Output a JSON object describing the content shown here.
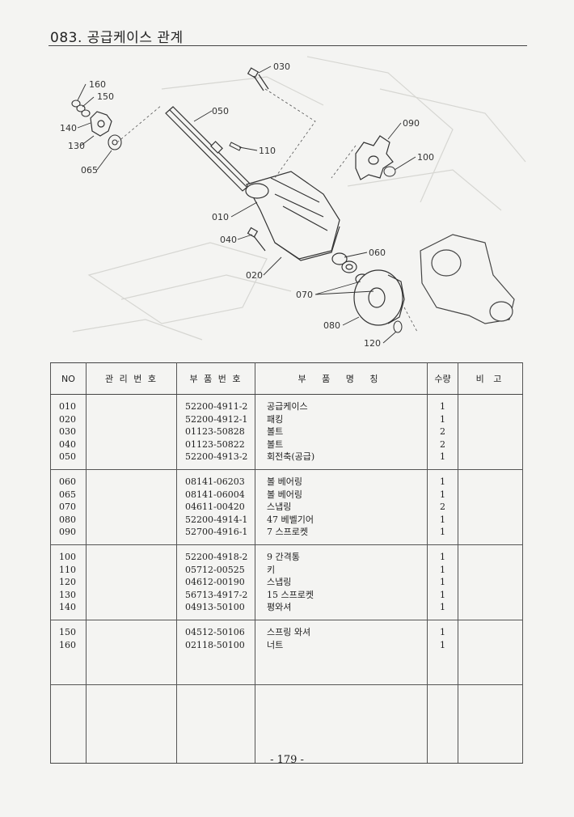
{
  "header": {
    "title": "083. 공급케이스 관계"
  },
  "diagram": {
    "callouts": [
      "010",
      "020",
      "030",
      "040",
      "050",
      "060",
      "065",
      "070",
      "080",
      "090",
      "100",
      "110",
      "120",
      "130",
      "140",
      "150",
      "160"
    ]
  },
  "table": {
    "headers": {
      "no": "NO",
      "mgmt": "관 리 번 호",
      "part_no": "부 품 번 호",
      "part_name": "부 품 명 칭",
      "qty": "수량",
      "remarks": "비 고"
    },
    "groups": [
      {
        "rows": [
          {
            "no": "010",
            "part_no": "52200-4911-2",
            "name": "공급케이스",
            "qty": "1"
          },
          {
            "no": "020",
            "part_no": "52200-4912-1",
            "name": "패킹",
            "qty": "1"
          },
          {
            "no": "030",
            "part_no": "01123-50828",
            "name": "볼트",
            "qty": "2"
          },
          {
            "no": "040",
            "part_no": "01123-50822",
            "name": "볼트",
            "qty": "2"
          },
          {
            "no": "050",
            "part_no": "52200-4913-2",
            "name": "회전축(공급)",
            "qty": "1"
          }
        ]
      },
      {
        "rows": [
          {
            "no": "060",
            "part_no": "08141-06203",
            "name": "볼 베어링",
            "qty": "1"
          },
          {
            "no": "065",
            "part_no": "08141-06004",
            "name": "볼 베어링",
            "qty": "1"
          },
          {
            "no": "070",
            "part_no": "04611-00420",
            "name": "스냅링",
            "qty": "2"
          },
          {
            "no": "080",
            "part_no": "52200-4914-1",
            "name": "47 베벨기어",
            "qty": "1"
          },
          {
            "no": "090",
            "part_no": "52700-4916-1",
            "name": "7 스프로켓",
            "qty": "1"
          }
        ]
      },
      {
        "rows": [
          {
            "no": "100",
            "part_no": "52200-4918-2",
            "name": "9 간격통",
            "qty": "1"
          },
          {
            "no": "110",
            "part_no": "05712-00525",
            "name": "키",
            "qty": "1"
          },
          {
            "no": "120",
            "part_no": "04612-00190",
            "name": "스냅링",
            "qty": "1"
          },
          {
            "no": "130",
            "part_no": "56713-4917-2",
            "name": "15 스프로켓",
            "qty": "1"
          },
          {
            "no": "140",
            "part_no": "04913-50100",
            "name": "평와셔",
            "qty": "1"
          }
        ]
      },
      {
        "rows": [
          {
            "no": "150",
            "part_no": "04512-50106",
            "name": "스프링 와셔",
            "qty": "1"
          },
          {
            "no": "160",
            "part_no": "02118-50100",
            "name": "너트",
            "qty": "1"
          }
        ]
      }
    ]
  },
  "footer": {
    "page_number": "- 179 -"
  }
}
